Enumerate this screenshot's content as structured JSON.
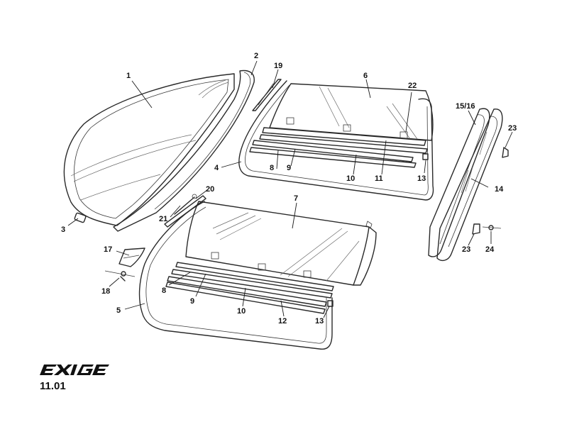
{
  "footer": {
    "logo_text": "EXIGE",
    "page_ref": "11.01"
  },
  "callouts": [
    {
      "id": "c1",
      "label": "1"
    },
    {
      "id": "c2",
      "label": "2"
    },
    {
      "id": "c3",
      "label": "3"
    },
    {
      "id": "c4",
      "label": "4"
    },
    {
      "id": "c5",
      "label": "5"
    },
    {
      "id": "c6",
      "label": "6"
    },
    {
      "id": "c7",
      "label": "7"
    },
    {
      "id": "c8a",
      "label": "8"
    },
    {
      "id": "c8b",
      "label": "8"
    },
    {
      "id": "c9a",
      "label": "9"
    },
    {
      "id": "c9b",
      "label": "9"
    },
    {
      "id": "c10a",
      "label": "10"
    },
    {
      "id": "c10b",
      "label": "10"
    },
    {
      "id": "c11",
      "label": "11"
    },
    {
      "id": "c12",
      "label": "12"
    },
    {
      "id": "c13a",
      "label": "13"
    },
    {
      "id": "c13b",
      "label": "13"
    },
    {
      "id": "c14",
      "label": "14"
    },
    {
      "id": "c1516",
      "label": "15/16"
    },
    {
      "id": "c17",
      "label": "17"
    },
    {
      "id": "c18",
      "label": "18"
    },
    {
      "id": "c19",
      "label": "19"
    },
    {
      "id": "c20",
      "label": "20"
    },
    {
      "id": "c21",
      "label": "21"
    },
    {
      "id": "c22",
      "label": "22"
    },
    {
      "id": "c23a",
      "label": "23"
    },
    {
      "id": "c23b",
      "label": "23"
    },
    {
      "id": "c24",
      "label": "24"
    }
  ]
}
